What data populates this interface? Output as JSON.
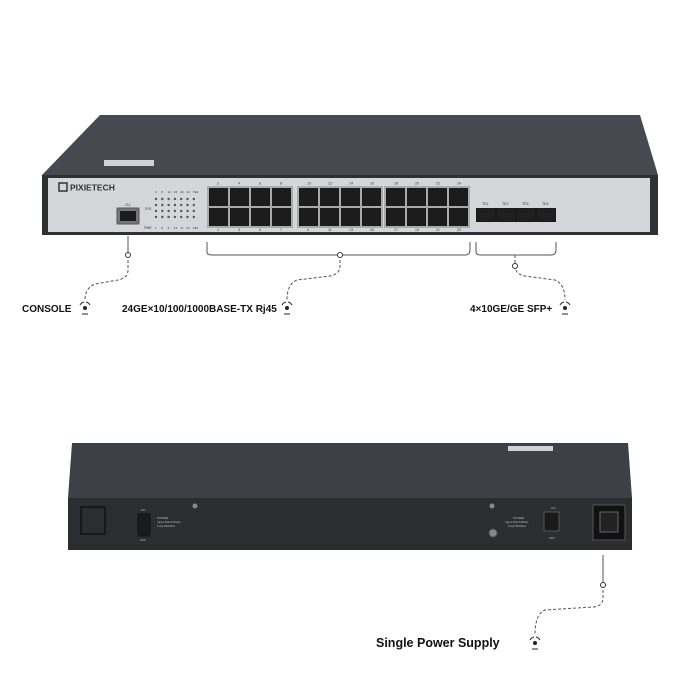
{
  "brand": "PIXIETECH",
  "front": {
    "cli_label": "CLI",
    "sys_label": "SYS",
    "pwr_label": "PWR",
    "led_top_labels": [
      "4",
      "8",
      "12",
      "16",
      "20",
      "24",
      "TE4"
    ],
    "led_bottom_labels": [
      "1",
      "5",
      "9",
      "13",
      "17",
      "21",
      "TE1"
    ],
    "port_top_numbers": [
      "2",
      "4",
      "6",
      "8",
      "10",
      "12",
      "14",
      "16",
      "18",
      "20",
      "22",
      "24"
    ],
    "port_bottom_numbers": [
      "1",
      "3",
      "5",
      "7",
      "9",
      "11",
      "13",
      "15",
      "17",
      "19",
      "21",
      "23"
    ],
    "sfp_labels": [
      "TE1",
      "TE2",
      "TE3",
      "TE4"
    ]
  },
  "callouts": {
    "console": "CONSOLE",
    "rj45": "24GE×10/100/1000BASE-TX Rj45",
    "sfp": "4×10GE/GE SFP+",
    "power": "Single Power Supply"
  },
  "rear": {
    "on": "ON",
    "off": "OFF",
    "power_title": "POWER",
    "power_input": "Input:100-240Vac",
    "power_freq": "Freq:50/60Hz"
  },
  "colors": {
    "chassis": "#3a3d42",
    "front_panel": "#d4d6d9",
    "port": "#1c1c1c",
    "callout": "#555555"
  }
}
